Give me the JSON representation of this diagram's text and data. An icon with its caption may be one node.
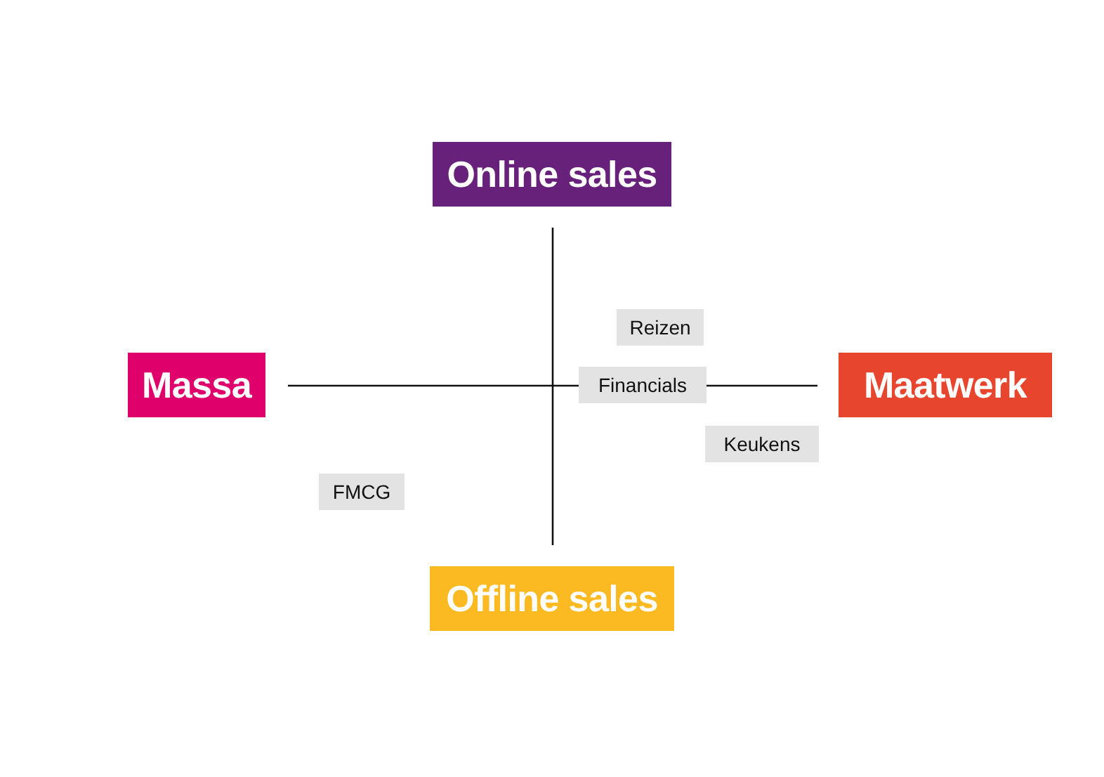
{
  "diagram": {
    "nodes": [
      {
        "text": [
          "Online sales"
        ]
      },
      {
        "text": [
          "Reizen"
        ]
      },
      {
        "text": [
          "Massa"
        ]
      },
      {
        "text": [
          "Financials"
        ]
      },
      {
        "text": [
          "Maatwerk"
        ]
      },
      {
        "text": [
          "Keukens"
        ]
      },
      {
        "text": [
          "FMCG"
        ]
      },
      {
        "text": [
          "Offline sales"
        ]
      }
    ],
    "edges": []
  }
}
